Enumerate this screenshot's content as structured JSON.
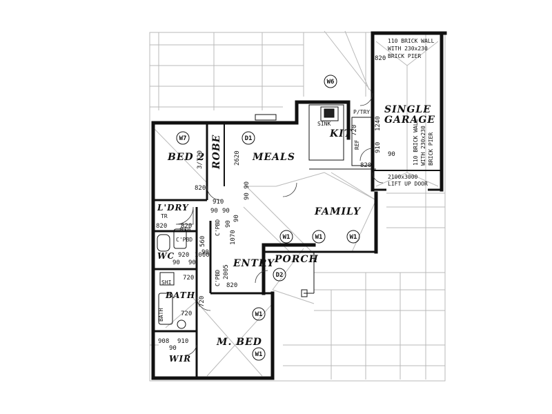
{
  "rooms": {
    "bed2": "BED 2",
    "robe": "ROBE",
    "meals": "MEALS",
    "kit": "KIT",
    "family": "FAMILY",
    "garage_line1": "SINGLE",
    "garage_line2": "GARAGE",
    "ldry": "L'DRY",
    "wc": "WC",
    "entry": "ENTRY",
    "porch": "PORCH",
    "bath": "BATH",
    "mbed": "M. BED",
    "wir": "WIR"
  },
  "windows": {
    "w7": "W7",
    "w6": "W6",
    "d1": "D1",
    "w1a": "W1",
    "w1b": "W1",
    "w1c": "W1",
    "w1d": "W1",
    "w1e": "W1",
    "d2": "D2"
  },
  "notes": {
    "brick_wall_1a": "110 BRICK WALL",
    "brick_wall_1b": "WITH 230x230",
    "brick_wall_1c": "BRICK PIER",
    "brick_wall_2a": "110 BRICK WALL",
    "brick_wall_2b": "WITH 230x230",
    "brick_wall_2c": "BRICK PIER",
    "lift_door_a": "2100x3000",
    "lift_door_b": "LIFT UP DOOR",
    "ptry": "P/TRY",
    "sink": "SINK",
    "ref": "REF",
    "tr": "TR",
    "cpbd1": "C'PBD",
    "cpbd2": "C'PBD",
    "cpbd3": "C'PBD",
    "shi": "SHI",
    "bath_fix": "BATH"
  },
  "dimensions": {
    "d820_garage": "820",
    "d720_kit": "720",
    "d1240": "1240",
    "d910_kit": "910",
    "d90_kit": "90",
    "d820_kit": "820",
    "d3720": "3/720",
    "d2620": "2620",
    "d820_bed2": "820",
    "d9090": "90 90",
    "d910_ldry": "910",
    "d90_ldry1": "90",
    "d90_ldry2": "90",
    "d90_ldry3": "90",
    "d820_ldry": "820",
    "d820_ldry2": "820",
    "d560": "560",
    "d90_cpbd": "90",
    "d820_cpbd": "820",
    "d1070": "1070",
    "d90_cp2": "90",
    "d920": "920",
    "d1000": "1000",
    "d90_wc1": "90",
    "d90_wc2": "90",
    "d2005": "2005",
    "d820_entry": "820",
    "d720_bath": "720",
    "d720_bath2": "720",
    "d908": "908",
    "d910_wir": "910",
    "d90_wir": "90",
    "d720_entry": "720"
  }
}
